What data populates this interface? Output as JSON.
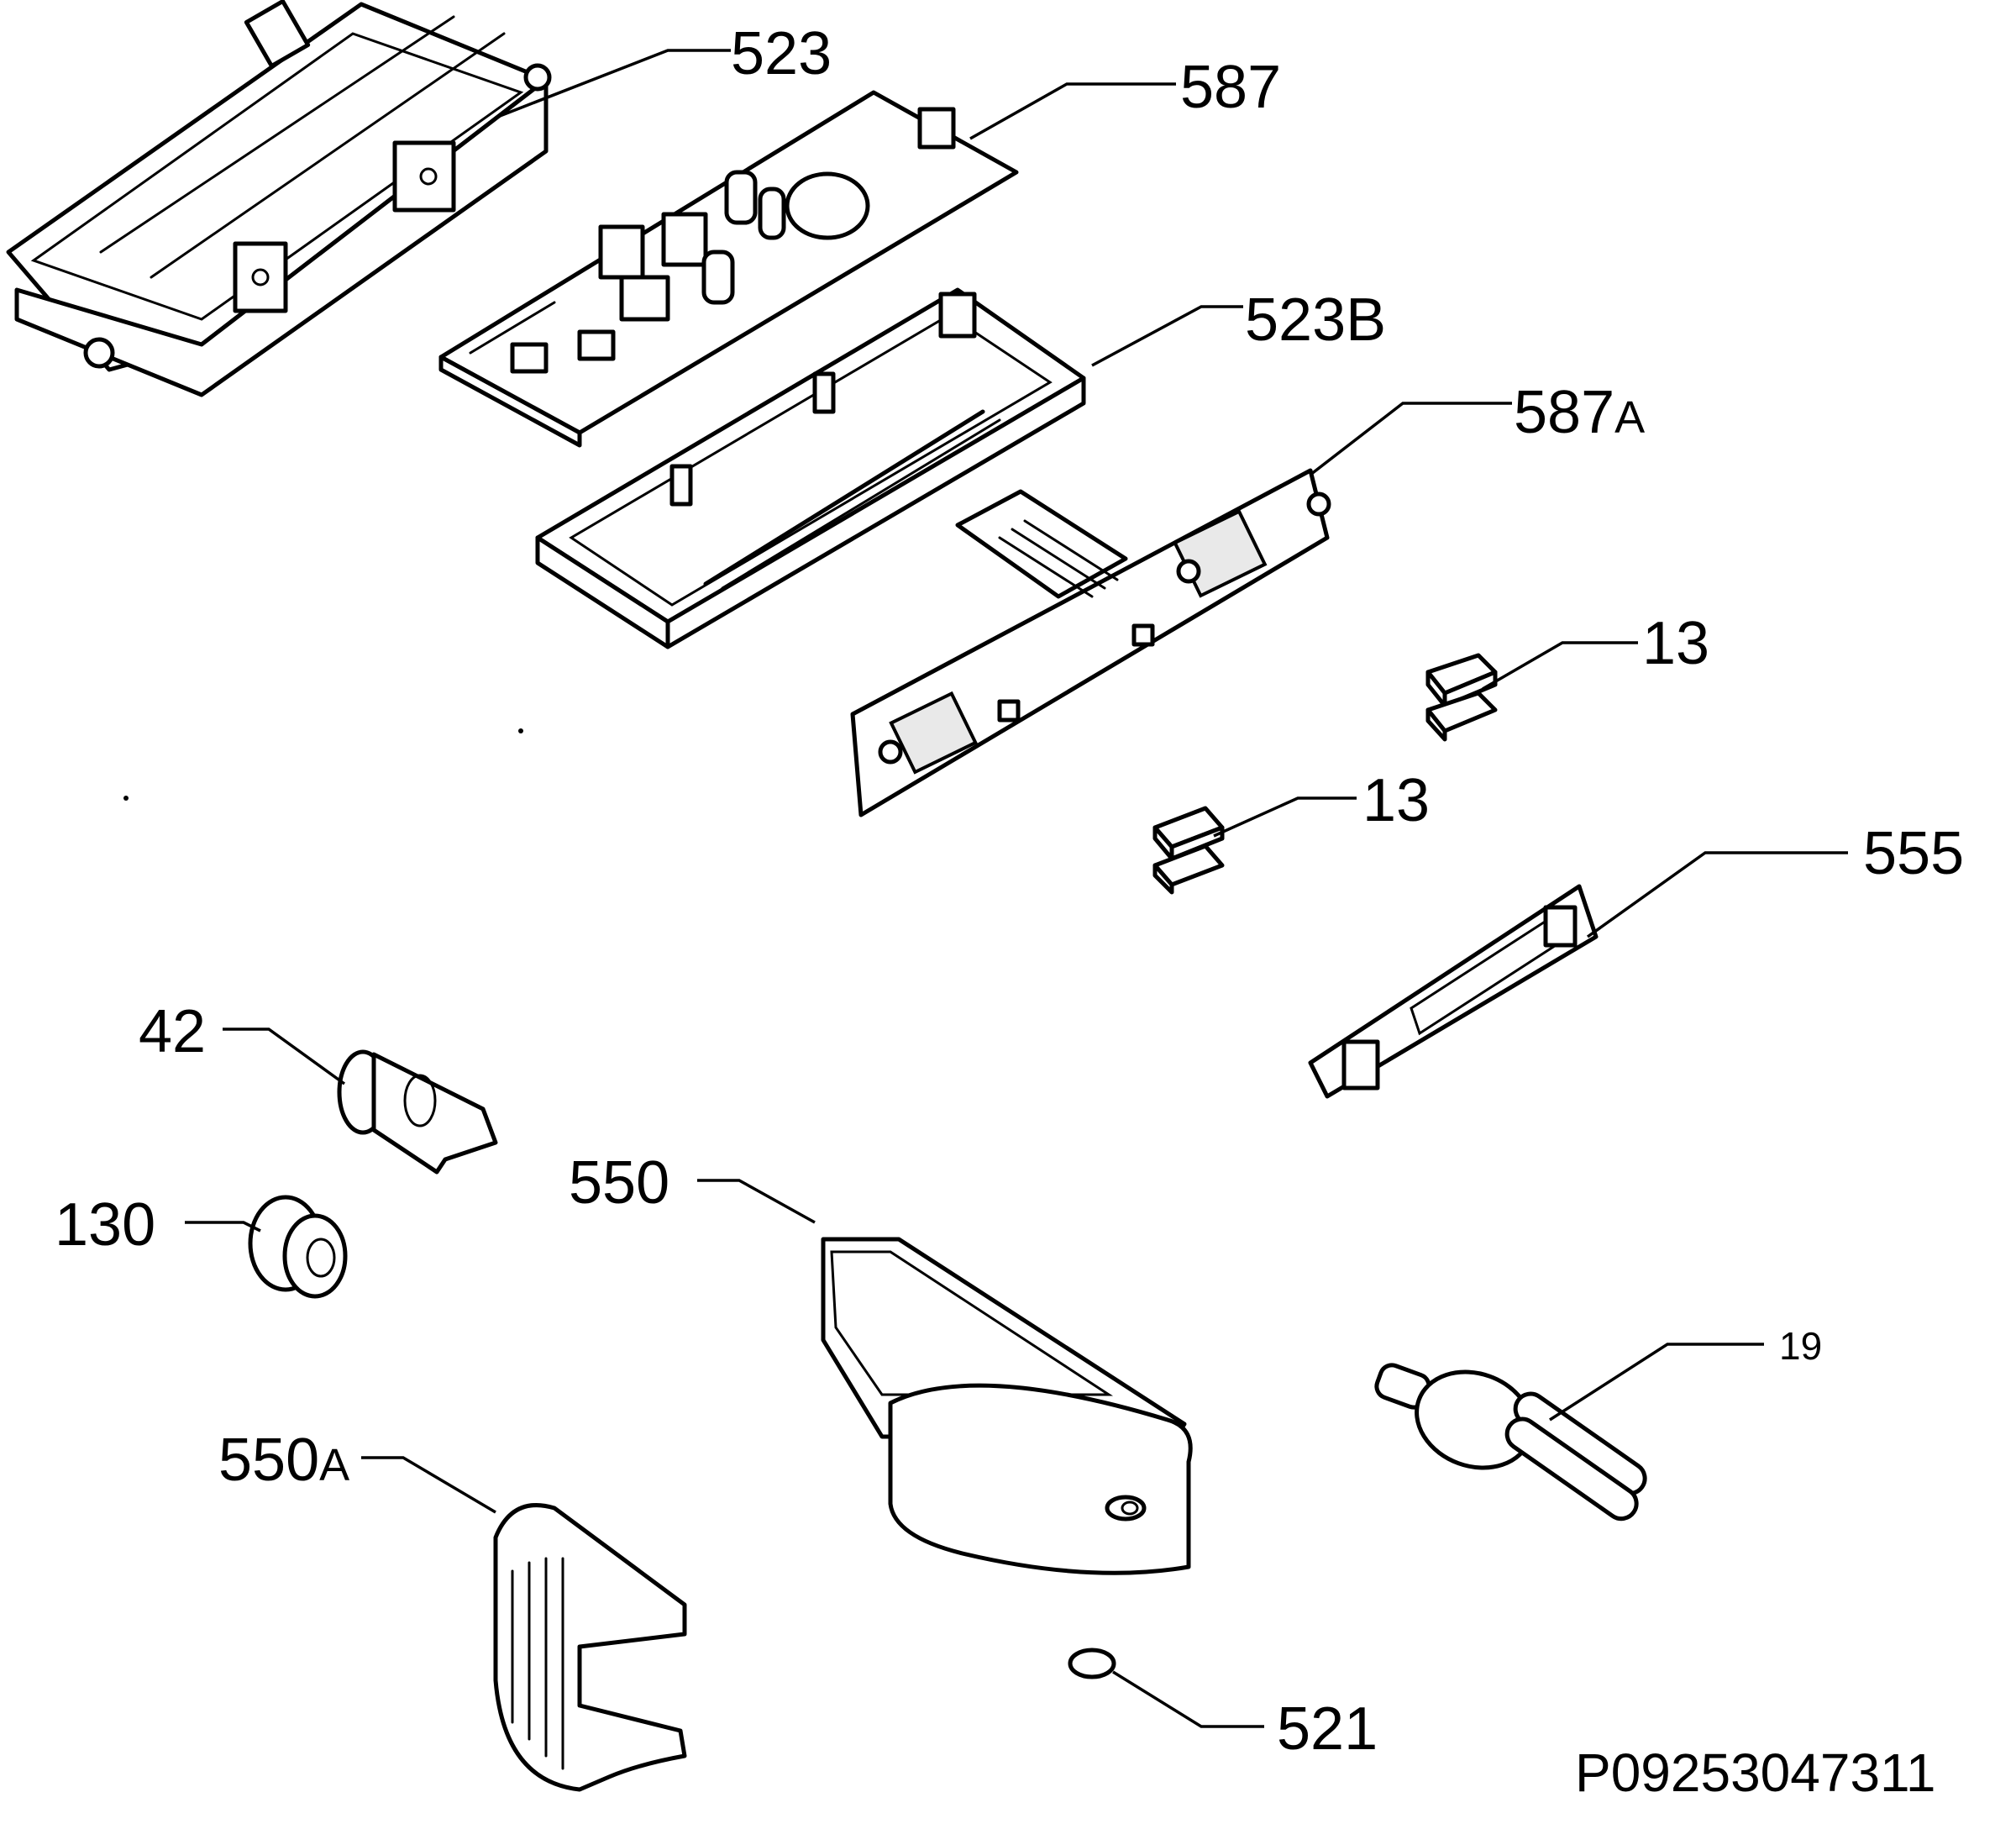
{
  "diagram": {
    "part_labels": {
      "p523": {
        "number": "523"
      },
      "p587": {
        "number": "587"
      },
      "p523b": {
        "number": "523",
        "suffix": "B"
      },
      "p587a": {
        "number": "587",
        "suffix": "A"
      },
      "p13a": {
        "number": "13"
      },
      "p13b": {
        "number": "13"
      },
      "p555": {
        "number": "555"
      },
      "p42": {
        "number": "42"
      },
      "p130": {
        "number": "130"
      },
      "p550": {
        "number": "550"
      },
      "p550a": {
        "number": "550",
        "suffix": "A"
      },
      "p19": {
        "number": "19"
      },
      "p521": {
        "number": "521"
      }
    },
    "reference_code": "P09253047311"
  },
  "colors": {
    "line": "#000000",
    "background": "#ffffff"
  }
}
